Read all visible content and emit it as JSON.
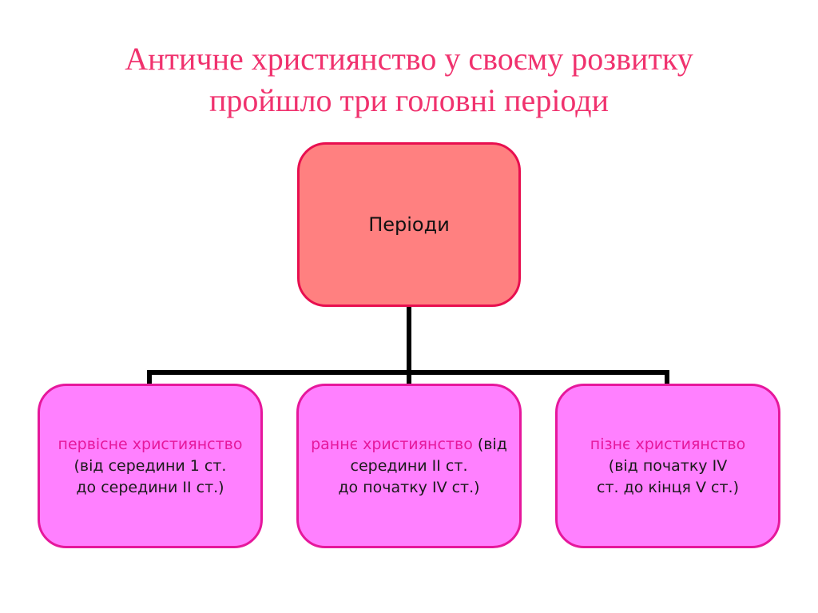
{
  "slide": {
    "title_line1": "Античне християнство у своєму розвитку",
    "title_line2": "пройшло три головні періоди"
  },
  "diagram": {
    "root": {
      "label": "Періоди"
    },
    "children": [
      {
        "highlight": "первісне християнство",
        "rest_line1": "",
        "line2": "(від середини 1 ст.",
        "line3": "до середини II ст.)"
      },
      {
        "highlight": "раннє християнство",
        "rest_line1": " (від",
        "line2": "середини II ст.",
        "line3": "до початку IV ст.)"
      },
      {
        "highlight": "пізнє християнство",
        "rest_line1": "",
        "line2": "(від початку IV",
        "line3": "ст. до кінця V ст.)"
      }
    ],
    "colors": {
      "title": "#f0326e",
      "root_fill": "#ff8080",
      "root_border": "#e80f4f",
      "child_fill": "#ff80ff",
      "child_border": "#e6179c",
      "connector": "#000000"
    }
  }
}
